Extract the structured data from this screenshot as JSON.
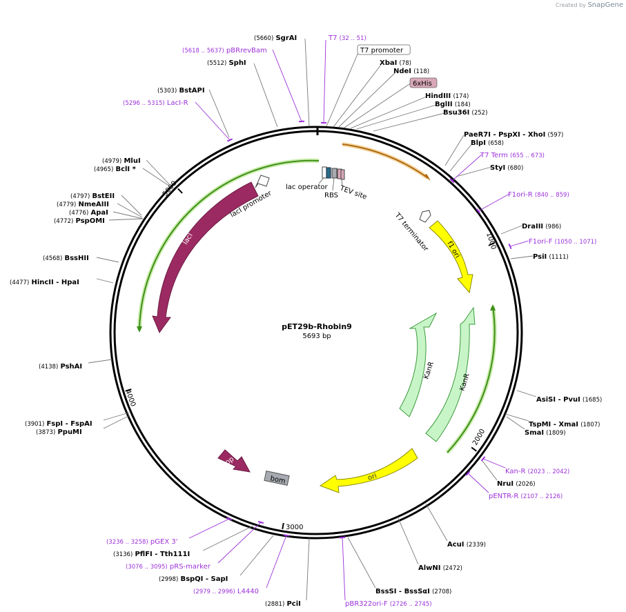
{
  "credit": {
    "prefix": "Created by",
    "brand": "SnapGene"
  },
  "map": {
    "name": "pET29b-Rhobin9",
    "length_label": "5693 bp",
    "total_bp": 5693,
    "ticks": [
      {
        "bp": 1000,
        "label": "1000"
      },
      {
        "bp": 2000,
        "label": "2000"
      },
      {
        "bp": 3000,
        "label": "3000"
      },
      {
        "bp": 4000,
        "label": "4000"
      },
      {
        "bp": 5000,
        "label": "5000"
      }
    ]
  },
  "colors": {
    "enzyme_text": "#000000",
    "primer": "#9b30d9",
    "lacI": "#9c2a62",
    "rop": "#9c2a62",
    "f1ori": "#ffff00",
    "ori": "#ffff00",
    "kanR": "#c8f5c8",
    "kanR_stroke": "#3a9a3a",
    "orange": "#e79a2c",
    "green_arc": "#3f8f1a",
    "bom": "#a7aab0",
    "tag_6xhis": "#d8a8b8"
  },
  "labels": [
    {
      "name": "sgrai",
      "pos": "(5660)",
      "enzyme": "SgrAI",
      "type": "enzyme"
    },
    {
      "name": "t7",
      "pos": "(32 .. 51)",
      "enzyme": "T7",
      "type": "primer"
    },
    {
      "name": "pbrrevbam",
      "pos": "(5618 .. 5637)",
      "enzyme": "pBRrevBam",
      "type": "primer"
    },
    {
      "name": "t7-promoter",
      "pos": "",
      "enzyme": "T7 promoter",
      "type": "boxed"
    },
    {
      "name": "sphi",
      "pos": "(5512)",
      "enzyme": "SphI",
      "type": "enzyme"
    },
    {
      "name": "xbai",
      "pos": "(78)",
      "enzyme": "XbaI",
      "type": "enzyme"
    },
    {
      "name": "ndei",
      "pos": "(118)",
      "enzyme": "NdeI",
      "type": "enzyme"
    },
    {
      "name": "6xhis",
      "pos": "",
      "enzyme": "6xHis",
      "type": "tag"
    },
    {
      "name": "bstapi",
      "pos": "(5303)",
      "enzyme": "BstAPI",
      "type": "enzyme"
    },
    {
      "name": "hindiii",
      "pos": "(174)",
      "enzyme": "HindIII",
      "type": "enzyme"
    },
    {
      "name": "lacir",
      "pos": "(5296 .. 5315)",
      "enzyme": "LacI-R",
      "type": "primer"
    },
    {
      "name": "bglii",
      "pos": "(184)",
      "enzyme": "BglII",
      "type": "enzyme"
    },
    {
      "name": "bsu36i",
      "pos": "(252)",
      "enzyme": "Bsu36I",
      "type": "enzyme"
    },
    {
      "name": "paer7i",
      "pos": "(597)",
      "enzyme": "PaeR7I - PspXI - XhoI",
      "type": "enzyme"
    },
    {
      "name": "blpi",
      "pos": "(658)",
      "enzyme": "BlpI",
      "type": "enzyme"
    },
    {
      "name": "t7term",
      "pos": "(655 .. 673)",
      "enzyme": "T7 Term",
      "type": "primer"
    },
    {
      "name": "styi",
      "pos": "(680)",
      "enzyme": "StyI",
      "type": "enzyme"
    },
    {
      "name": "mlui",
      "pos": "(4979)",
      "enzyme": "MluI",
      "type": "enzyme"
    },
    {
      "name": "bcli",
      "pos": "(4965)",
      "enzyme": "BclI *",
      "type": "enzyme"
    },
    {
      "name": "f1orir",
      "pos": "(840 .. 859)",
      "enzyme": "F1ori-R",
      "type": "primer"
    },
    {
      "name": "bsteii",
      "pos": "(4797)",
      "enzyme": "BstEII",
      "type": "enzyme"
    },
    {
      "name": "nmeaiii",
      "pos": "(4779)",
      "enzyme": "NmeAIII",
      "type": "enzyme"
    },
    {
      "name": "apai",
      "pos": "(4776)",
      "enzyme": "ApaI",
      "type": "enzyme"
    },
    {
      "name": "pspomi",
      "pos": "(4772)",
      "enzyme": "PspOMI",
      "type": "enzyme"
    },
    {
      "name": "draiii",
      "pos": "(986)",
      "enzyme": "DraIII",
      "type": "enzyme"
    },
    {
      "name": "f1orif",
      "pos": "(1050 .. 1071)",
      "enzyme": "F1ori-F",
      "type": "primer"
    },
    {
      "name": "psii",
      "pos": "(1111)",
      "enzyme": "PsiI",
      "type": "enzyme"
    },
    {
      "name": "bsshii",
      "pos": "(4568)",
      "enzyme": "BssHII",
      "type": "enzyme"
    },
    {
      "name": "hincii",
      "pos": "(4477)",
      "enzyme": "HincII - HpaI",
      "type": "enzyme"
    },
    {
      "name": "pshai",
      "pos": "(4138)",
      "enzyme": "PshAI",
      "type": "enzyme"
    },
    {
      "name": "asisi",
      "pos": "(1685)",
      "enzyme": "AsiSI - PvuI",
      "type": "enzyme"
    },
    {
      "name": "tspmi",
      "pos": "(1807)",
      "enzyme": "TspMI - XmaI",
      "type": "enzyme"
    },
    {
      "name": "smai",
      "pos": "(1809)",
      "enzyme": "SmaI",
      "type": "enzyme"
    },
    {
      "name": "fspi",
      "pos": "(3901)",
      "enzyme": "FspI - FspAI",
      "type": "enzyme"
    },
    {
      "name": "ppumi",
      "pos": "(3873)",
      "enzyme": "PpuMI",
      "type": "enzyme"
    },
    {
      "name": "kanr-primer",
      "pos": "(2023 .. 2042)",
      "enzyme": "Kan-R",
      "type": "primer"
    },
    {
      "name": "nrui",
      "pos": "(2026)",
      "enzyme": "NruI",
      "type": "enzyme"
    },
    {
      "name": "pentrr",
      "pos": "(2107 .. 2126)",
      "enzyme": "pENTR-R",
      "type": "primer"
    },
    {
      "name": "pgex3",
      "pos": "(3236 .. 3258)",
      "enzyme": "pGEX 3'",
      "type": "primer"
    },
    {
      "name": "acui",
      "pos": "(2339)",
      "enzyme": "AcuI",
      "type": "enzyme"
    },
    {
      "name": "pflfi",
      "pos": "(3136)",
      "enzyme": "PflFI - Tth111I",
      "type": "enzyme"
    },
    {
      "name": "prsmarker",
      "pos": "(3076 .. 3095)",
      "enzyme": "pRS-marker",
      "type": "primer"
    },
    {
      "name": "alwni",
      "pos": "(2472)",
      "enzyme": "AlwNI",
      "type": "enzyme"
    },
    {
      "name": "bspqi",
      "pos": "(2998)",
      "enzyme": "BspQI - SapI",
      "type": "enzyme"
    },
    {
      "name": "l4440",
      "pos": "(2979 .. 2996)",
      "enzyme": "L4440",
      "type": "primer"
    },
    {
      "name": "bsssi",
      "pos": "(2708)",
      "enzyme": "BssSI - BssSαI",
      "type": "enzyme"
    },
    {
      "name": "pcii",
      "pos": "(2881)",
      "enzyme": "PciI",
      "type": "enzyme"
    },
    {
      "name": "pbr322orif",
      "pos": "(2726 .. 2745)",
      "enzyme": "pBR322ori-F",
      "type": "primer"
    }
  ],
  "features": {
    "lacI": "lacI",
    "lacI_promoter": "lacI promoter",
    "lac_operator": "lac operator",
    "rbs": "RBS",
    "tev_site": "TEV site",
    "t7_terminator": "T7 terminator",
    "f1_ori": "f1 ori",
    "kanR1": "KanR",
    "kanR2": "KanR",
    "ori": "ori",
    "rop": "rop",
    "bom": "bom"
  }
}
